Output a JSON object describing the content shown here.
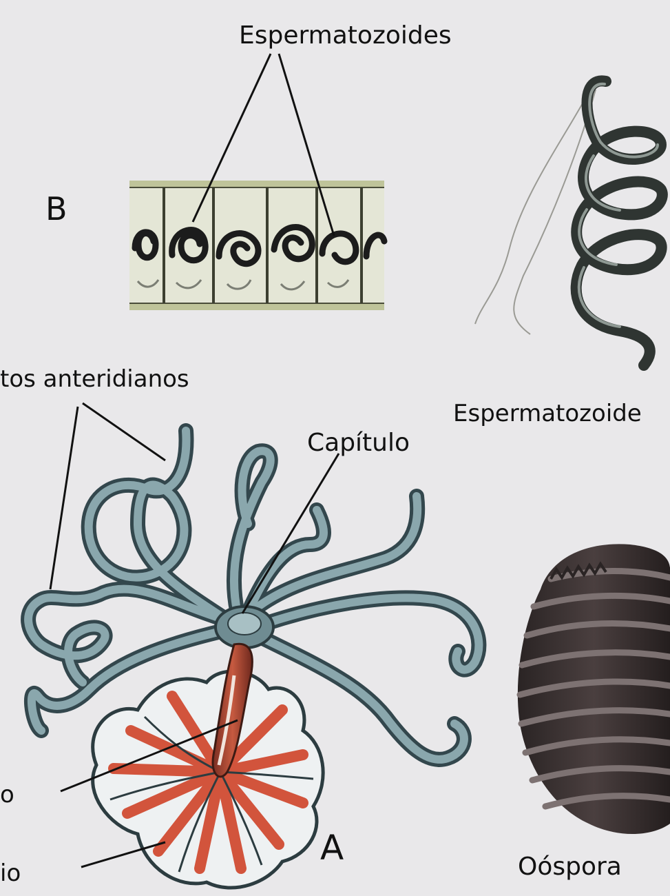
{
  "labels": {
    "espermatozoides": "Espermatozoides",
    "espermatozoide": "Espermatozoide",
    "filamentos": "tos anteridianos",
    "capitulo": "Capítulo",
    "oospora": "Oóspora",
    "letter_a": "A",
    "letter_b": "B",
    "left_cut_1": "o",
    "left_cut_2": "io"
  },
  "colors": {
    "background": "#e9e8ea",
    "filament": "#7f9aa0",
    "filament_dark": "#33474d",
    "manubrium": "#a3422f",
    "shield_red": "#d2543c",
    "oospore": "#3a3131",
    "band": "#d8d6a0"
  },
  "icons": {
    "shield": "antheridium-shield-icon",
    "oospore": "oospore-icon",
    "spermatozoid": "spiral-spermatozoid-icon"
  }
}
